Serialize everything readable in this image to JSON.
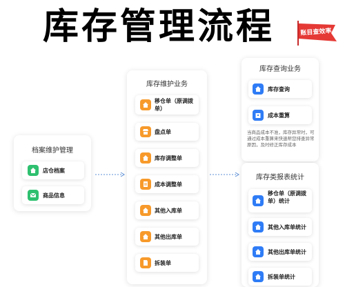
{
  "title": "库存管理流程",
  "badge": {
    "text": "账目查效率"
  },
  "colors": {
    "green": "#2ec06f",
    "orange": "#f79a2b",
    "blue": "#2f7cf6",
    "badge_red": "#e53935"
  },
  "archive": {
    "title": "档案维护管理",
    "items": [
      {
        "label": "店仓档案",
        "icon": "home-icon"
      },
      {
        "label": "商品信息",
        "icon": "mail-icon"
      }
    ]
  },
  "maintenance": {
    "title": "库存维护业务",
    "items": [
      {
        "label": "移仓单（原调拨单）",
        "icon": "home-icon"
      },
      {
        "label": "盘点单",
        "icon": "store-icon"
      },
      {
        "label": "库存调整单",
        "icon": "home-icon"
      },
      {
        "label": "成本调整单",
        "icon": "list-icon"
      },
      {
        "label": "其他入库单",
        "icon": "home-icon"
      },
      {
        "label": "其他出库单",
        "icon": "home-icon"
      },
      {
        "label": "拆装单",
        "icon": "doc-icon"
      }
    ]
  },
  "query": {
    "title": "库存查询业务",
    "items": [
      {
        "label": "库存查询",
        "icon": "home-icon"
      },
      {
        "label": "成本重算",
        "icon": "box-icon"
      }
    ],
    "note": "当商品成本不准，库存异常时，可通过成本重算来快速帮您排查异常原因，及时修正库存成本"
  },
  "report": {
    "title": "库存类报表统计",
    "items": [
      {
        "label": "移仓单（原调拨单）统计",
        "icon": "home-plus-icon"
      },
      {
        "label": "其他入库单统计",
        "icon": "home-plus-icon"
      },
      {
        "label": "其他出库单统计",
        "icon": "home-plus-icon"
      },
      {
        "label": "拆装单统计",
        "icon": "home-plus-icon"
      }
    ]
  }
}
